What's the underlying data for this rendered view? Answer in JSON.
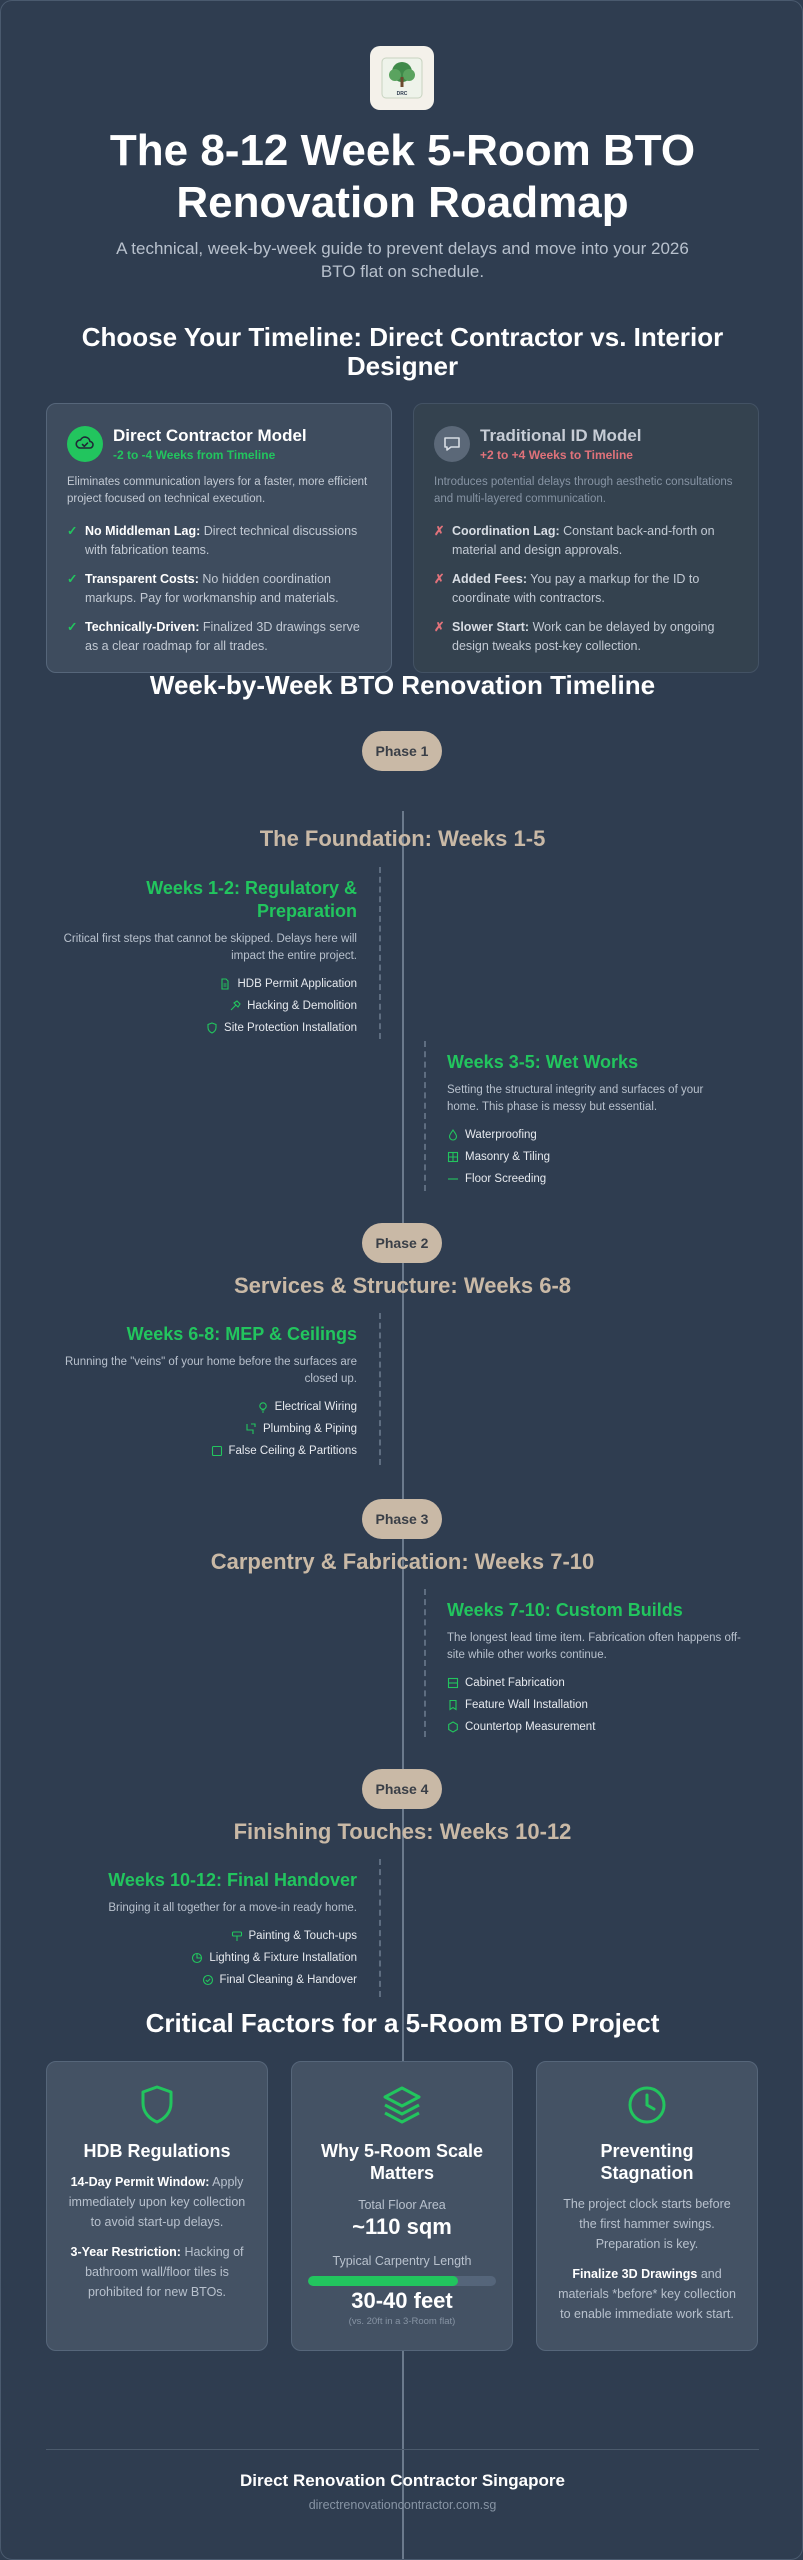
{
  "header": {
    "logo_icon": "tree-logo-icon",
    "logo_text": "DRC",
    "title": "The 8-12 Week 5-Room BTO Renovation Roadmap",
    "subtitle": "A technical, week-by-week guide to prevent delays and move into your 2026 BTO flat on schedule."
  },
  "timeline_choice": {
    "heading": "Choose Your Timeline: Direct Contractor vs. Interior Designer",
    "direct": {
      "title": "Direct Contractor Model",
      "tag": "-2 to -4 Weeks from Timeline",
      "tag_color": "#22c55e",
      "desc": "Eliminates communication layers for a faster, more efficient project focused on technical execution.",
      "items": [
        {
          "bold": "No Middleman Lag:",
          "text": " Direct technical discussions with fabrication teams."
        },
        {
          "bold": "Transparent Costs:",
          "text": " No hidden coordination markups. Pay for workmanship and materials."
        },
        {
          "bold": "Technically-Driven:",
          "text": " Finalized 3D drawings serve as a clear roadmap for all trades."
        }
      ],
      "mark": "✓"
    },
    "id": {
      "title": "Traditional ID Model",
      "tag": "+2 to +4 Weeks to Timeline",
      "tag_color": "#e0727a",
      "desc": "Introduces potential delays through aesthetic consultations and multi-layered communication.",
      "items": [
        {
          "bold": "Coordination Lag:",
          "text": " Constant back-and-forth on material and design approvals."
        },
        {
          "bold": "Added Fees:",
          "text": " You pay a markup for the ID to coordinate with contractors."
        },
        {
          "bold": "Slower Start:",
          "text": " Work can be delayed by ongoing design tweaks post-key collection."
        }
      ],
      "mark": "✗"
    }
  },
  "timeline": {
    "heading": "Week-by-Week BTO Renovation Timeline",
    "phases": [
      {
        "pill": "Phase 1",
        "title": "The Foundation: Weeks 1-5"
      },
      {
        "pill": "Phase 2",
        "title": "Services & Structure: Weeks 6-8"
      },
      {
        "pill": "Phase 3",
        "title": "Carpentry & Fabrication: Weeks 7-10"
      },
      {
        "pill": "Phase 4",
        "title": "Finishing Touches: Weeks 10-12"
      }
    ],
    "blocks": [
      {
        "title": "Weeks 1-2: Regulatory & Preparation",
        "desc": "Critical first steps that cannot be skipped. Delays here will impact the entire project.",
        "tasks": [
          "HDB Permit Application",
          "Hacking & Demolition",
          "Site Protection Installation"
        ]
      },
      {
        "title": "Weeks 3-5: Wet Works",
        "desc": "Setting the structural integrity and surfaces of your home. This phase is messy but essential.",
        "tasks": [
          "Waterproofing",
          "Masonry & Tiling",
          "Floor Screeding"
        ]
      },
      {
        "title": "Weeks 6-8: MEP & Ceilings",
        "desc": "Running the \"veins\" of your home before the surfaces are closed up.",
        "tasks": [
          "Electrical Wiring",
          "Plumbing & Piping",
          "False Ceiling & Partitions"
        ]
      },
      {
        "title": "Weeks 7-10: Custom Builds",
        "desc": "The longest lead time item. Fabrication often happens off-site while other works continue.",
        "tasks": [
          "Cabinet Fabrication",
          "Feature Wall Installation",
          "Countertop Measurement"
        ]
      },
      {
        "title": "Weeks 10-12: Final Handover",
        "desc": "Bringing it all together for a move-in ready home.",
        "tasks": [
          "Painting & Touch-ups",
          "Lighting & Fixture Installation",
          "Final Cleaning & Handover"
        ]
      }
    ]
  },
  "factors": {
    "heading": "Critical Factors for a 5-Room BTO Project",
    "hdb": {
      "icon": "shield-icon",
      "title": "HDB Regulations",
      "p1_bold": "14-Day Permit Window:",
      "p1_text": " Apply immediately upon key collection to avoid start-up delays.",
      "p2_bold": "3-Year Restriction:",
      "p2_text": " Hacking of bathroom wall/floor tiles is prohibited for new BTOs."
    },
    "scale": {
      "icon": "layers-icon",
      "title": "Why 5-Room Scale Matters",
      "area_label": "Total Floor Area",
      "area_value": "~110 sqm",
      "carpentry_label": "Typical Carpentry Length",
      "carpentry_value": "30-40 feet",
      "carpentry_fill": 0.8,
      "carpentry_note": "(vs. 20ft in a 3-Room flat)"
    },
    "stagnation": {
      "icon": "clock-icon",
      "title": "Preventing Stagnation",
      "p1_text": "The project clock starts before the first hammer swings. Preparation is key.",
      "p2_bold": "Finalize 3D Drawings",
      "p2_text": " and materials *before* key collection to enable immediate work start."
    }
  },
  "footer": {
    "title": "Direct Renovation Contractor Singapore",
    "url": "directrenovationcontractor.com.sg"
  },
  "colors": {
    "accent": "#22c55e",
    "warning": "#e0727a",
    "phase_pill": "#c9b9a6",
    "background": "#2f3d50"
  }
}
